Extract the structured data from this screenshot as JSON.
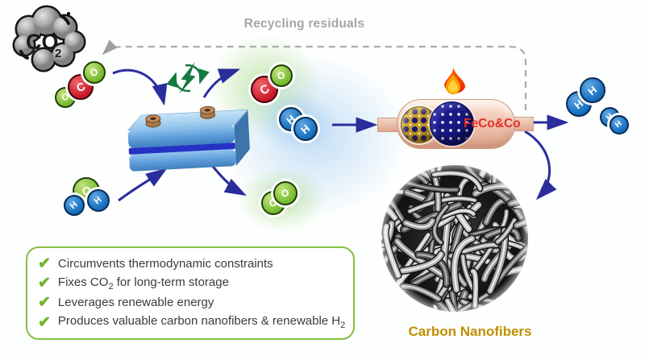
{
  "labels": {
    "recycling": "Recycling residuals",
    "catalyst": "FeCo&Co",
    "nanofibers_caption": "Carbon Nanofibers"
  },
  "co2_cloud": {
    "formula": "CO",
    "subscript": "2"
  },
  "atoms": {
    "carbon": "C",
    "oxygen": "O",
    "hydrogen": "H"
  },
  "checklist": {
    "check_glyph": "✔",
    "items": [
      [
        {
          "text": "Circumvents thermodynamic constraints"
        }
      ],
      [
        {
          "text": "Fixes CO"
        },
        {
          "text": "2",
          "sub": true
        },
        {
          "text": " for long-term storage"
        }
      ],
      [
        {
          "text": "Leverages renewable energy"
        }
      ],
      [
        {
          "text": "Produces valuable carbon nanofibers & renewable H"
        },
        {
          "text": "2",
          "sub": true
        }
      ]
    ]
  },
  "colors": {
    "arrow_blue": "#2a2d9c",
    "dashed_gray": "#a9a9a9",
    "recycling_text": "#a6a6a6",
    "carbon_ball": "#cf1f2e",
    "oxygen_ball": "#7bbf35",
    "hydrogen_ball": "#1a72c2",
    "reactor_body": "#f1c5b1",
    "catalyst_text": "#e43028",
    "caption_text": "#bf9000",
    "checklist_green": "#85be3f",
    "energy_green": "#157a3e"
  }
}
